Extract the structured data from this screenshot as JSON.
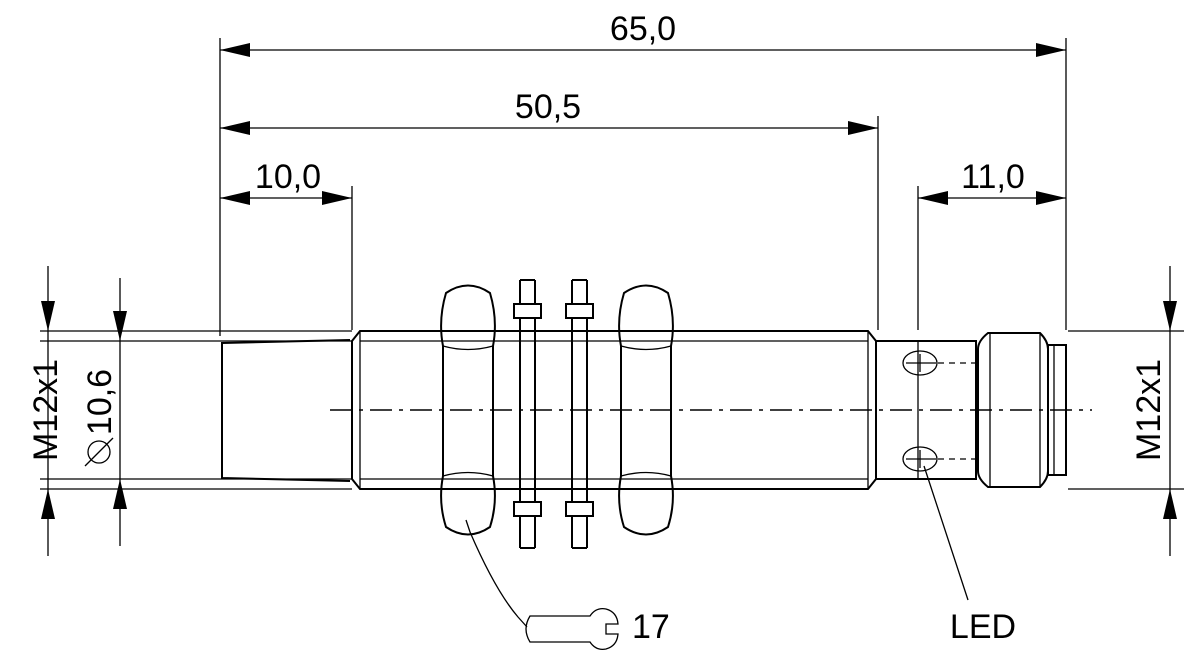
{
  "dimensions": {
    "overall_length": "65,0",
    "body_length": "50,5",
    "sensing_face_length": "10,0",
    "connector_length": "11,0",
    "thread_left": "M12x1",
    "diameter": "10,6",
    "thread_right": "M12x1",
    "wrench_size": "17"
  },
  "labels": {
    "led": "LED"
  },
  "icons": {
    "diameter_symbol": "diameter-icon",
    "wrench_symbol": "wrench-icon"
  }
}
